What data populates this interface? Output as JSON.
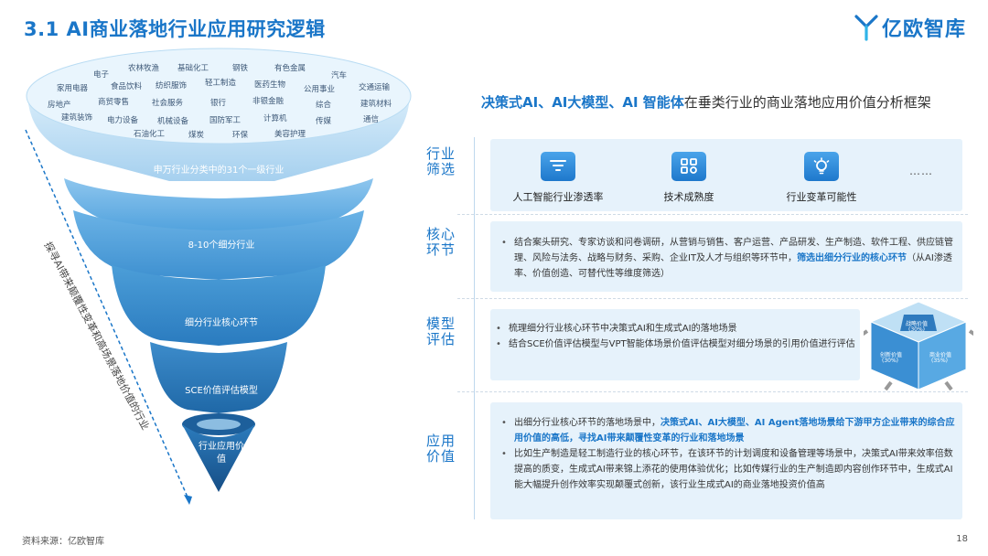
{
  "header": {
    "title": "3.1 AI商业落地行业应用研究逻辑",
    "logo_text": "亿欧智库"
  },
  "funnel": {
    "industries": [
      "电子",
      "农林牧渔",
      "基础化工",
      "钢铁",
      "有色金属",
      "汽车",
      "家用电器",
      "食品饮料",
      "纺织服饰",
      "轻工制造",
      "医药生物",
      "公用事业",
      "交通运输",
      "房地产",
      "商贸零售",
      "社会服务",
      "银行",
      "非银金融",
      "综合",
      "建筑材料",
      "建筑装饰",
      "电力设备",
      "机械设备",
      "国防军工",
      "计算机",
      "传媒",
      "通信",
      "石油化工",
      "煤炭",
      "环保",
      "美容护理"
    ],
    "layers": [
      "申万行业分类中的31个一级行业",
      "8-10个细分行业",
      "细分行业核心环节",
      "SCE价值评估模型",
      "行业应用价值"
    ],
    "side_text": "探寻AI带来颠覆性变革和高场景落地价值的行业"
  },
  "framework": {
    "title_highlight": "决策式AI、AI大模型、AI 智能体",
    "title_rest": "在垂类行业的商业落地应用价值分析框架"
  },
  "steps": [
    {
      "label": "行业筛选"
    },
    {
      "label": "核心环节"
    },
    {
      "label": "模型评估"
    },
    {
      "label": "应用价值"
    }
  ],
  "screening": {
    "criteria": [
      {
        "label": "人工智能行业渗透率",
        "icon": "filter-icon"
      },
      {
        "label": "技术成熟度",
        "icon": "grid-icon"
      },
      {
        "label": "行业变革可能性",
        "icon": "lightbulb-icon"
      }
    ],
    "more": "……"
  },
  "core": {
    "text": "结合案头研究、专家访谈和问卷调研，从营销与销售、客户运营、产品研发、生产制造、软件工程、供应链管理、风险与法务、战略与财务、采购、企业IT及人才与组织等环节中，",
    "highlight": "筛选出细分行业的核心环节",
    "tail": "（从AI渗透率、价值创造、可替代性等维度筛选）"
  },
  "model": {
    "bullets": [
      "梳理细分行业核心环节中决策式AI和生成式AI的落地场景",
      "结合SCE价值评估模型与VPT智能体场景价值评估模型对细分场景的引用价值进行评估"
    ],
    "cube": {
      "top": "战略价值",
      "top_pct": "(30%)",
      "left": "创新价值",
      "left_pct": "(30%)",
      "right": "商业价值",
      "right_pct": "(35%)"
    }
  },
  "application": {
    "b1_text": "出细分行业核心环节的落地场景中，",
    "b1_highlight": "决策式AI、AI大模型、AI Agent落地场景给下游甲方企业带来的综合应用价值的高低，寻找AI带来颠覆性变革的行业和落地场景",
    "b2_text": "比如生产制造是轻工制造行业的核心环节，在该环节的计划调度和设备管理等场景中，决策式AI带来效率倍数提高的质变，生成式AI带来锦上添花的使用体验优化；比如传媒行业的生产制造即内容创作环节中，生成式AI能大幅提升创作效率实现颠覆式创新，该行业生成式AI的商业落地投资价值高"
  },
  "footer": {
    "source": "资料来源：亿欧智库",
    "page": "18"
  },
  "colors": {
    "brand_blue": "#1a76c8",
    "funnel_light": "#bfe0f5",
    "funnel_dark": "#1f6aa8",
    "panel_bg": "#e6f2fb"
  }
}
